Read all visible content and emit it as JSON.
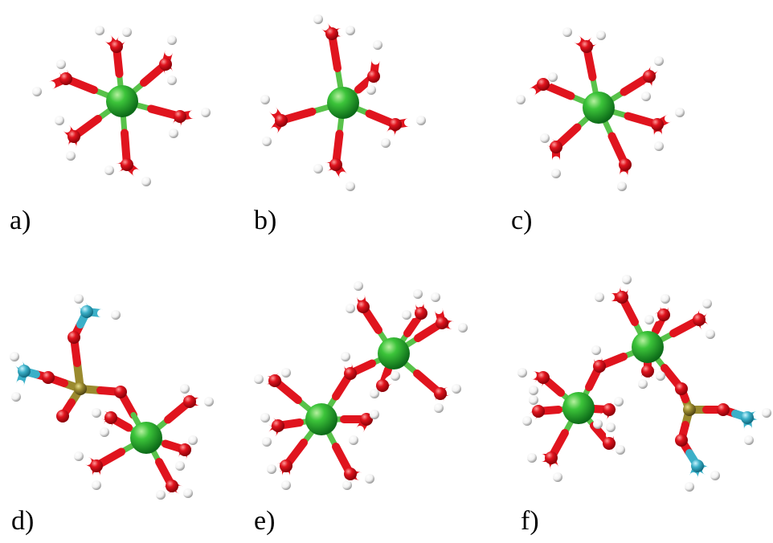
{
  "figure": {
    "colors": {
      "metal_ion": "#22a838",
      "oxygen": "#e0141e",
      "hydrogen": "#ffffff",
      "nitrogen": "#3bb0c8",
      "phosphorus": "#9a8a2e",
      "bond_metal": "#58c24a"
    },
    "panels": [
      {
        "label": "a)",
        "structure": "hexaaqua complex"
      },
      {
        "label": "b)",
        "structure": "hexaaqua complex"
      },
      {
        "label": "c)",
        "structure": "hexaaqua complex"
      },
      {
        "label": "d)",
        "structure": "complex with phosphoramide ligand"
      },
      {
        "label": "e)",
        "structure": "hydroxo-bridged dimer"
      },
      {
        "label": "f)",
        "structure": "dimer with phosphoramide ligand"
      }
    ]
  }
}
